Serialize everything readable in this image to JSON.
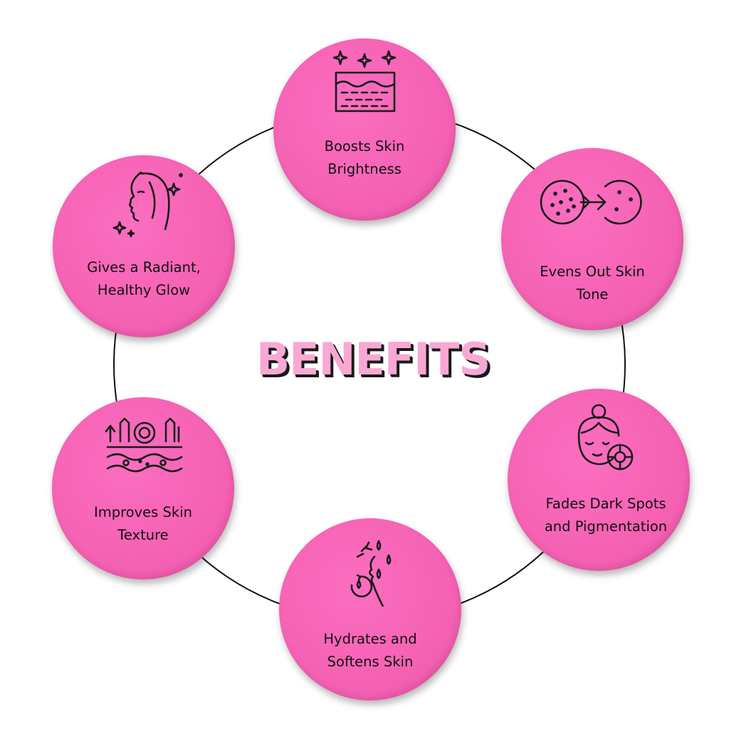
{
  "title": "BENEFITS",
  "colors": {
    "circle_fill": "#f663b5",
    "title_fill": "#f9a8d4",
    "title_shadow": "#1a1a1a",
    "ring": "#111111"
  },
  "benefits": [
    {
      "icon": "skin-sparkle-icon",
      "lines": [
        "Boosts Skin",
        "Brightness"
      ]
    },
    {
      "icon": "even-tone-icon",
      "lines": [
        "Evens Out Skin",
        "Tone"
      ]
    },
    {
      "icon": "face-spot-icon",
      "lines": [
        "Fades Dark Spots",
        "and Pigmentation"
      ]
    },
    {
      "icon": "hydration-face-icon",
      "lines": [
        "Hydrates and",
        "Softens Skin"
      ]
    },
    {
      "icon": "skin-texture-icon",
      "lines": [
        "Improves Skin",
        "Texture"
      ]
    },
    {
      "icon": "glow-face-icon",
      "lines": [
        "Gives a Radiant,",
        "Healthy Glow"
      ]
    }
  ]
}
